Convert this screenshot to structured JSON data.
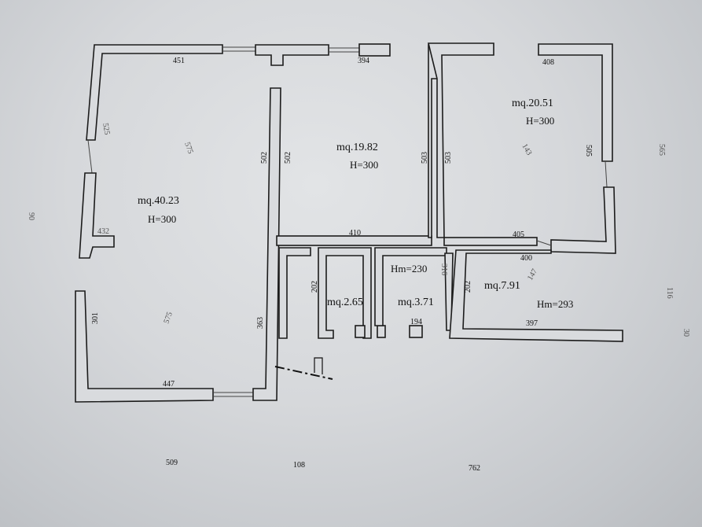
{
  "rooms": {
    "room_a": {
      "area": "mq.40.23",
      "height": "H=300"
    },
    "room_b": {
      "area": "mq.19.82",
      "height": "H=300"
    },
    "room_c": {
      "area": "mq.20.51",
      "height": "H=300"
    },
    "room_d": {
      "area": "mq.2.65"
    },
    "room_e": {
      "area": "mq.3.71"
    },
    "room_f": {
      "area": "mq.7.91",
      "height": "Hm=293"
    },
    "passage": {
      "height": "Hm=230"
    }
  },
  "dimensions": {
    "d451": "451",
    "d394": "394",
    "d408": "408",
    "d502a": "502",
    "d502b": "502",
    "d503a": "503",
    "d503b": "503",
    "d505": "505",
    "d410": "410",
    "d405": "405",
    "d400": "400",
    "d447": "447",
    "d363": "363",
    "d202a": "202",
    "d202b": "202",
    "d194": "194",
    "d397": "397",
    "d525": "525",
    "d432": "432",
    "d301": "301",
    "d575": "575",
    "d143": "143",
    "d147": "147",
    "d509": "509",
    "d108": "108",
    "d762": "762",
    "d30": "30",
    "d565": "565",
    "d90": "90",
    "d316": "316",
    "d116": "116"
  },
  "colors": {
    "paper": "#d9dbde",
    "ink": "#1c1c1c"
  }
}
